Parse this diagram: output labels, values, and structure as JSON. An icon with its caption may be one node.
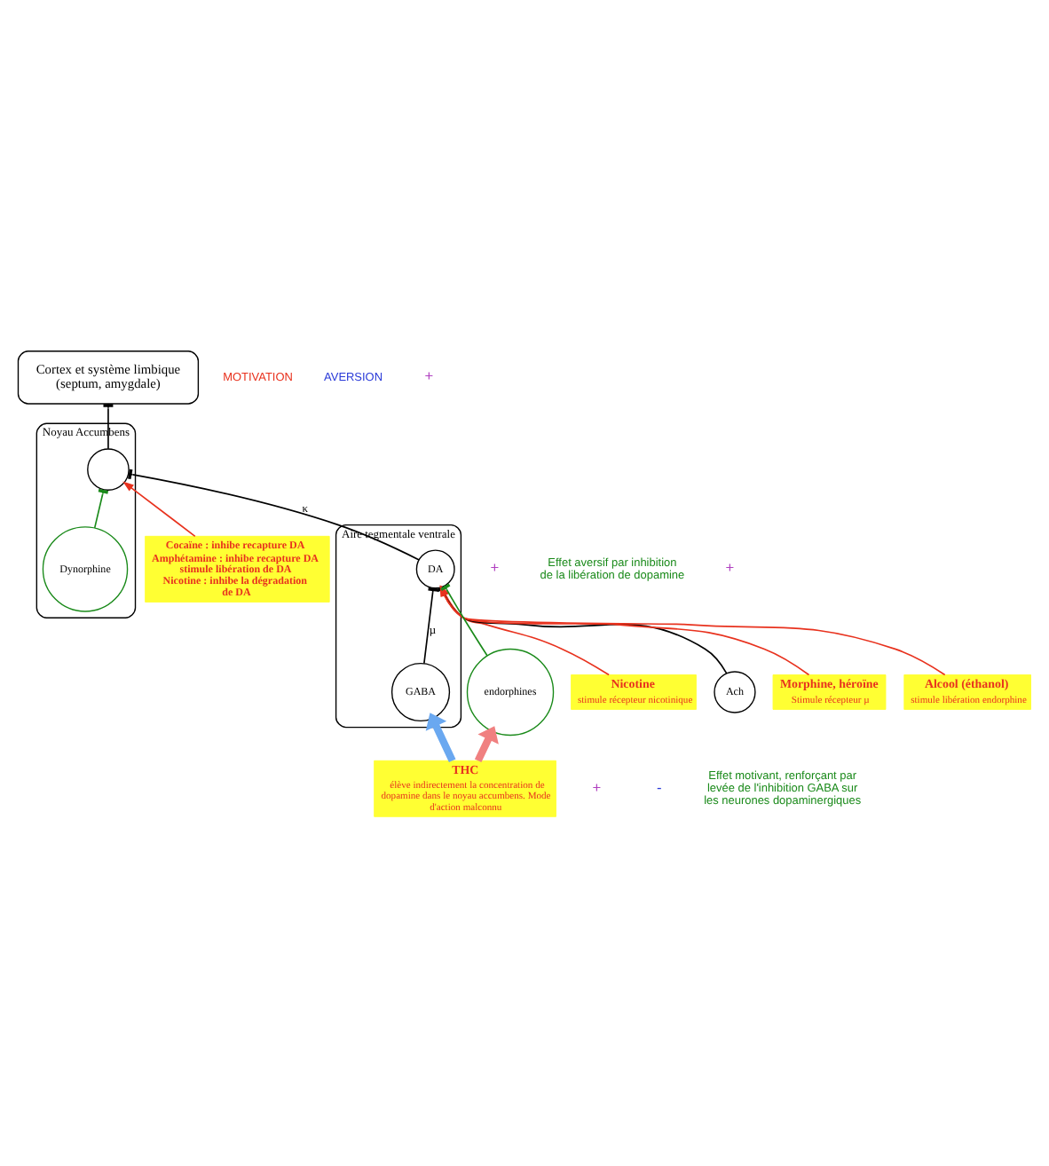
{
  "diagram": {
    "nodes": [
      {
        "text": [
          "Cortex et système limbique",
          "(septum, amygdale)"
        ]
      },
      {
        "text": [
          "Noyau Accumbens"
        ]
      },
      {
        "text": [],
        "shape": "circle",
        "in": 1
      },
      {
        "text": [
          "Dynorphine"
        ],
        "in": 1
      },
      {
        "text": [
          "Cocaïne : inhibe recapture DA",
          "Amphétamine : inhibe recapture DA stimule libération de DA",
          "Nicotine : inhibe la dégradation de DA"
        ]
      },
      {
        "text": [
          "Nicotine",
          "stimule récepteur nicotinique"
        ]
      },
      {
        "text": [
          "Ach"
        ]
      },
      {
        "text": [
          "Aire tegmentale ventrale"
        ]
      },
      {
        "text": [
          "DA"
        ],
        "in": 7
      },
      {
        "text": [
          "GABA"
        ],
        "in": 7
      },
      {
        "text": [
          "Morphine, héroïne",
          "Stimule récepteur µ"
        ]
      },
      {
        "text": [
          "Alcool (éthanol)",
          "stimule libération endorphine"
        ]
      },
      {
        "text": [
          "endorphines"
        ]
      },
      {
        "text": [
          "THC",
          "élève indirectement la concentration de dopamine dans le noyau accumbens. Mode d'action malconnu"
        ]
      }
    ],
    "edges": [
      {
        "from": 2,
        "to": 0,
        "arrow": "other"
      },
      {
        "from": 8,
        "to": 2,
        "arrow": "other",
        "label": "κ"
      },
      {
        "from": 3,
        "to": 2,
        "arrow": "other",
        "color": "#1a8a1a"
      },
      {
        "from": 4,
        "to": 2,
        "arrow": "to",
        "color": "#e8321e"
      },
      {
        "from": 5,
        "to": 8,
        "arrow": "to",
        "color": "#e8321e"
      },
      {
        "from": 6,
        "to": 8,
        "arrow": "other"
      },
      {
        "from": 10,
        "to": 8,
        "arrow": "to",
        "color": "#e8321e"
      },
      {
        "from": 11,
        "to": 8,
        "arrow": "to",
        "color": "#e8321e"
      },
      {
        "from": 9,
        "to": 8,
        "arrow": "other",
        "label": "µ"
      },
      {
        "from": 12,
        "to": 8,
        "arrow": "other",
        "color": "#1a8a1a"
      },
      {
        "from": 13,
        "to": 12,
        "arrow": "to",
        "style": "thick",
        "color": "#f08080"
      },
      {
        "from": 13,
        "to": 9,
        "arrow": "to",
        "style": "thick",
        "color": "#6aa8f0"
      }
    ],
    "labels": [
      "MOTIVATION",
      "AVERSION",
      "+",
      "Effet aversif par inhibition de la libération de dopamine",
      "+",
      "+",
      "+",
      "-",
      "Effet motivant, renforçant par levée de l'inhibition GABA sur les neurones dopaminergiques"
    ]
  }
}
